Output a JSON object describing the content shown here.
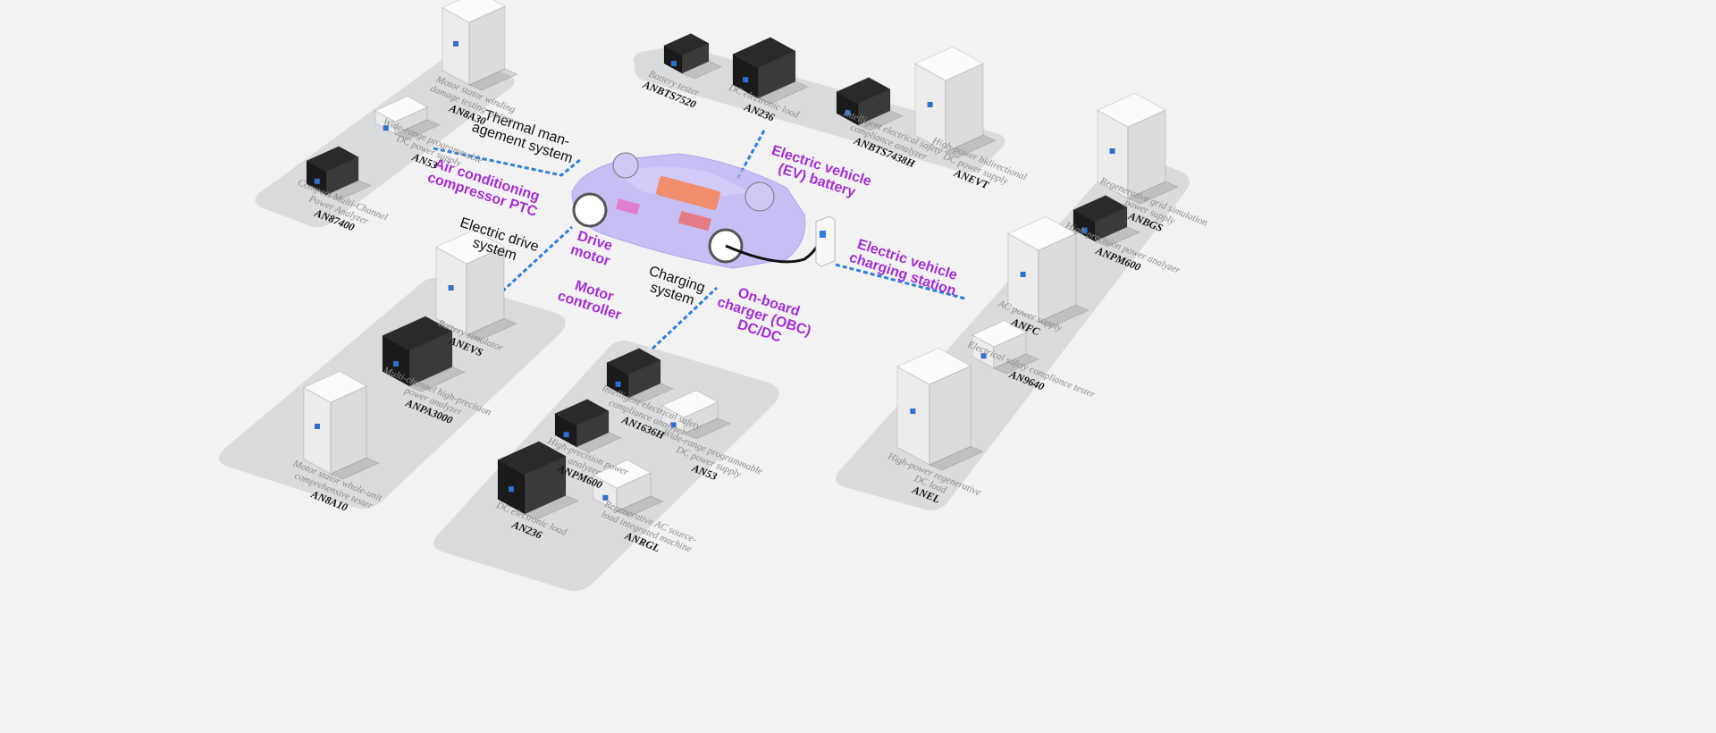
{
  "colors": {
    "background": "#f2f2f2",
    "platform": "#d9dbdd",
    "dash": "#2f7fe0",
    "subsystem": "#a32ed4",
    "car": "#a99cf0"
  },
  "categories": {
    "thermal": "Thermal man-\nagement system",
    "thermal_sub": "Air conditioning\ncompressor PTC",
    "battery_sub": "Electric vehicle\n(EV) battery",
    "drive": "Electric drive\nsystem",
    "drive_motor": "Drive\nmotor",
    "motor_controller": "Motor\ncontroller",
    "charging": "Charging\nsystem",
    "charging_sub": "On-board\ncharger (OBC)\nDC/DC",
    "station_sub": "Electric vehicle\ncharging station"
  },
  "devices": {
    "thermal": [
      {
        "name": "Motor stator winding\ndamage testing system",
        "model": "AN8A30"
      },
      {
        "name": "Wide-range programmable\nDC power supply",
        "model": "AN53"
      },
      {
        "name": "Compact Multi-Channel\nPower Analyzer",
        "model": "AN87400"
      }
    ],
    "battery": [
      {
        "name": "Battery tester",
        "model": "ANBTS7520"
      },
      {
        "name": "DC electronic load",
        "model": "AN236"
      },
      {
        "name": "Intelligent electrical safety\ncompliance analyzer",
        "model": "ANBTS7438H"
      },
      {
        "name": "High-power bidirectional\nDC power supply",
        "model": "ANEVT"
      }
    ],
    "station": [
      {
        "name": "Regenerative grid simulation\npower supply",
        "model": "ANBGS"
      },
      {
        "name": "High-precision power analyzer",
        "model": "ANPM600"
      },
      {
        "name": "AC power supply",
        "model": "ANFC"
      },
      {
        "name": "Electrical safety compliance tester",
        "model": "AN9640"
      },
      {
        "name": "High-power regenerative\nDC load",
        "model": "ANEL"
      }
    ],
    "drive": [
      {
        "name": "Battery simulator",
        "model": "ANEVS"
      },
      {
        "name": "Multi-channel high-precision\npower analyzer",
        "model": "ANPA3000"
      },
      {
        "name": "Motor stator whole-unit\ncomprehensive tester",
        "model": "AN8A10"
      }
    ],
    "charging": [
      {
        "name": "Intelligent electrical safety\ncompliance analyzer",
        "model": "AN1636H"
      },
      {
        "name": "Wide-range programmable\nDC power supply",
        "model": "AN53"
      },
      {
        "name": "High-precision power\nanalyzer",
        "model": "ANPM600"
      },
      {
        "name": "DC electronic load",
        "model": "AN236"
      },
      {
        "name": "Regenerative AC source-\nload integrated machine",
        "model": "ANRGL"
      }
    ]
  }
}
